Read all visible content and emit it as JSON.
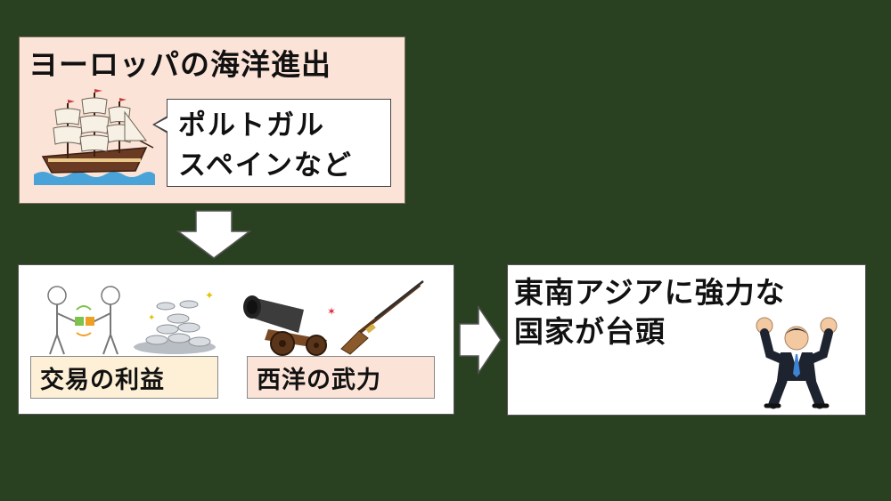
{
  "top_box": {
    "title": "ヨーロッパの海洋進出",
    "bubble_line1": "ポルトガル",
    "bubble_line2": "スペインなど"
  },
  "middle_box": {
    "label_trade": "交易の利益",
    "label_power": "西洋の武力"
  },
  "right_box": {
    "line1": "東南アジアに強力な",
    "line2": "国家が台頭"
  },
  "colors": {
    "background": "#2a4121",
    "peach": "#fbe3d7",
    "cream": "#fdf0d6",
    "white": "#ffffff"
  },
  "icons": {
    "ship": "sailing-ship-icon",
    "trade": "trade-exchange-icon",
    "coins": "silver-coins-icon",
    "cannon": "cannon-icon",
    "musket": "musket-icon",
    "man": "strong-businessman-icon"
  }
}
